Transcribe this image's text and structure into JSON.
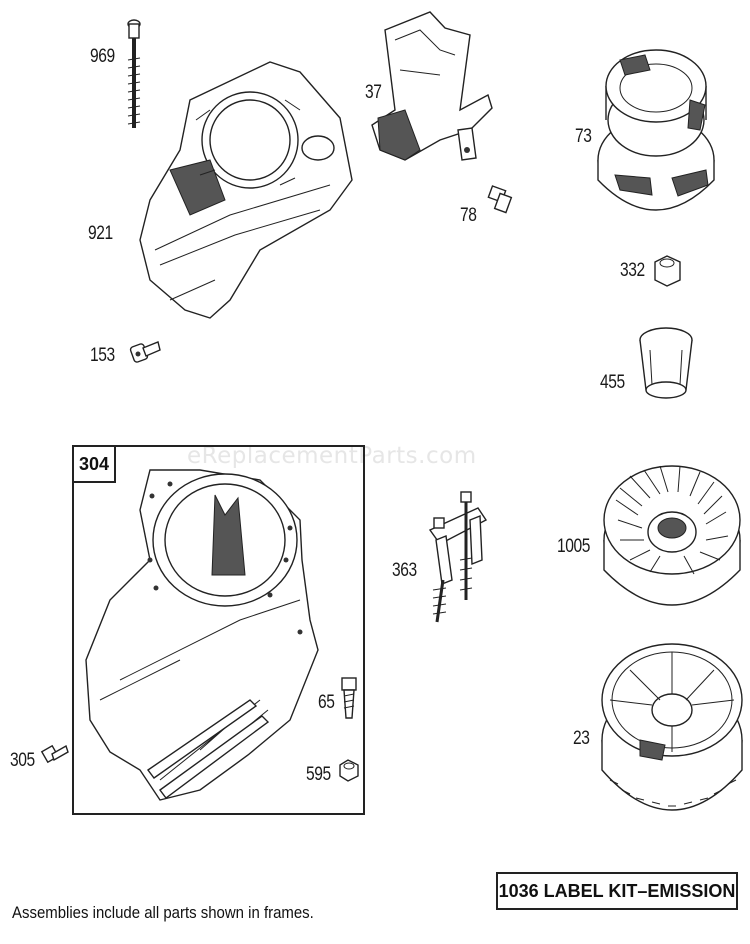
{
  "watermark": "eReplacementParts.com",
  "part_labels": {
    "p969": "969",
    "p37": "37",
    "p73": "73",
    "p921": "921",
    "p78": "78",
    "p332": "332",
    "p153": "153",
    "p455": "455",
    "p304": "304",
    "p1005": "1005",
    "p363": "363",
    "p65": "65",
    "p23": "23",
    "p305": "305",
    "p595": "595"
  },
  "footer": {
    "note": "Assemblies include all parts shown in frames.",
    "kit_label": "1036 LABEL KIT–EMISSION"
  }
}
